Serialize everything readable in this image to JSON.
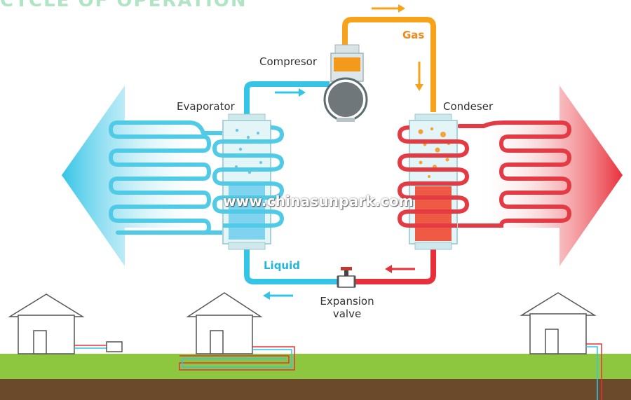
{
  "header": {
    "title_fragment": "CYCLE OF OPERATION"
  },
  "labels": {
    "compressor": "Compresor",
    "evaporator": "Evaporator",
    "condenser": "Condeser",
    "gas": "Gas",
    "liquid": "Liquid",
    "expansion_line1": "Expansion",
    "expansion_line2": "valve"
  },
  "watermark": "www.chinasunpark.com",
  "colors": {
    "cold_pipe": "#2ec4e6",
    "hot_pipe": "#e8303a",
    "gas_pipe": "#f7a21b",
    "gas_text": "#f08a1c",
    "liquid_text": "#22b6dc",
    "ground": "#8dc63f",
    "soil": "#6b4a2b"
  },
  "icons": [
    "compressor-icon",
    "expansion-valve-icon",
    "house-icon",
    "arrow-icon"
  ]
}
